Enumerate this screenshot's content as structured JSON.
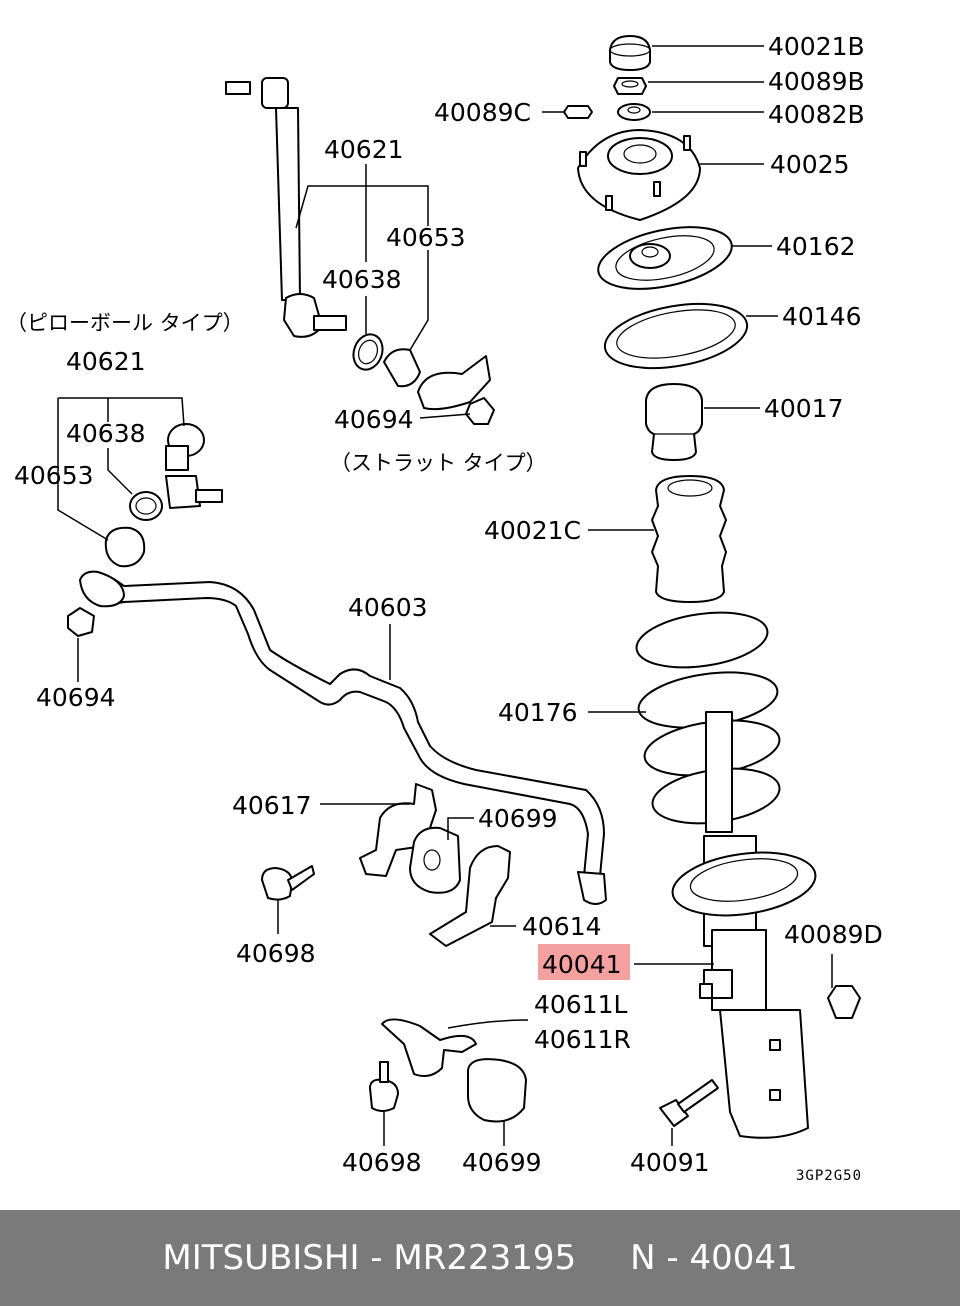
{
  "diagram": {
    "labels": {
      "p40021B": "40021B",
      "p40089B": "40089B",
      "p40089C": "40089C",
      "p40082B": "40082B",
      "p40025": "40025",
      "p40162": "40162",
      "p40146": "40146",
      "p40017": "40017",
      "p40021C": "40021C",
      "p40176": "40176",
      "p40041": "40041",
      "p40089D": "40089D",
      "p40091": "40091",
      "p40621_top": "40621",
      "p40653_top": "40653",
      "p40638_top": "40638",
      "p40694_top": "40694",
      "p40621_left": "40621",
      "p40638_left": "40638",
      "p40653_left": "40653",
      "p40694_left": "40694",
      "p40603": "40603",
      "p40617": "40617",
      "p40699_mid": "40699",
      "p40614": "40614",
      "p40698_mid": "40698",
      "p40611L": "40611L",
      "p40611R": "40611R",
      "p40698_bot": "40698",
      "p40699_bot": "40699"
    },
    "notes": {
      "pillow_ball": "（ピローボール タイプ）",
      "strut_type": "（ストラット タイプ）"
    },
    "drawing_code": "3GP2G50",
    "highlight_color": "#f4a0a0"
  },
  "footer": {
    "text": "MITSUBISHI - MR223195     N - 40041"
  }
}
